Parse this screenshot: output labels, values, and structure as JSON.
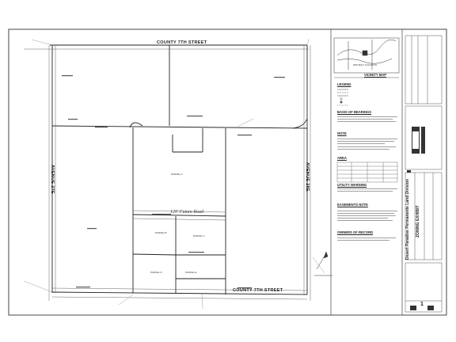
{
  "streets": {
    "north": "COUNTY 7TH STREET",
    "south": "COUNTY 7TH STREET",
    "west": "AVENUE 27E",
    "east": "AVENUE 28E"
  },
  "handwritten_note": "120' Future Road",
  "vicinity_map": {
    "title": "VICINITY MAP",
    "project_location": "PROJECT LOCATION"
  },
  "notes_panel": {
    "legend_heading": "LEGEND",
    "basis_heading": "BASIS OF BEARINGS",
    "note_heading": "NOTE",
    "area_heading": "AREA",
    "utility_heading": "UTILITY WARNING",
    "easements_heading": "EASEMENTS NOTE",
    "owners_heading": "OWNERS OF RECORD"
  },
  "title_block": {
    "project": "Desert Paradise Permanente Land Division",
    "subtitle": "ZONING EXHIBIT",
    "sheet_label": "1"
  },
  "parcels": [
    {
      "label": "PARCEL A"
    },
    {
      "label": "PARCEL B"
    },
    {
      "label": "PARCEL C"
    },
    {
      "label": "PARCEL D"
    },
    {
      "label": "PARCEL E"
    }
  ],
  "colors": {
    "ink": "#222222",
    "paper": "#ffffff"
  }
}
